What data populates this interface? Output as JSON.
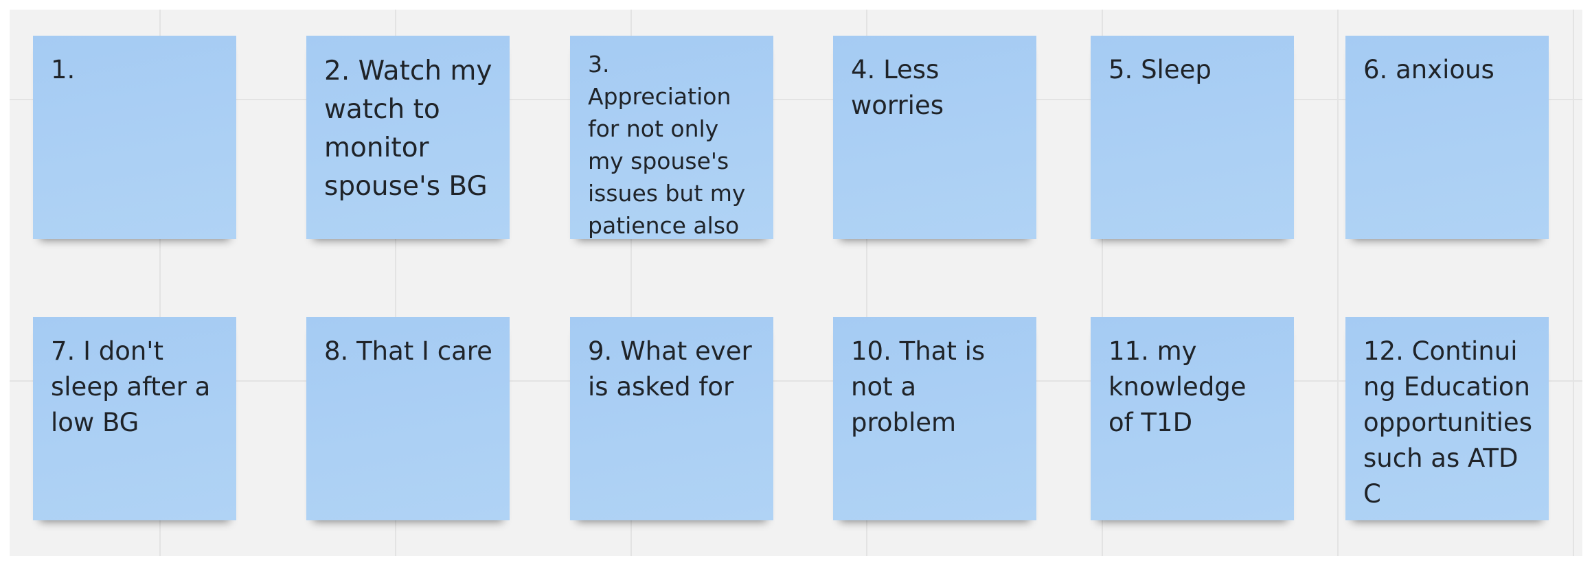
{
  "board": {
    "notes": [
      {
        "text": "1."
      },
      {
        "text": "2. Watch my watch to monitor spouse's BG"
      },
      {
        "text": "3. Appreciation for not only my spouse's issues but my patience also"
      },
      {
        "text": "4. Less worries"
      },
      {
        "text": "5. Sleep"
      },
      {
        "text": "6. anxious"
      },
      {
        "text": "7. I don't sleep after a low BG"
      },
      {
        "text": "8. That I care"
      },
      {
        "text": "9. What ever is asked for"
      },
      {
        "text": "10. That is not a problem"
      },
      {
        "text": "11. my knowledge of T1D"
      },
      {
        "text": "12. Continuing Education opportunities such as ATDC"
      }
    ],
    "note_color": "#a9cef4"
  }
}
